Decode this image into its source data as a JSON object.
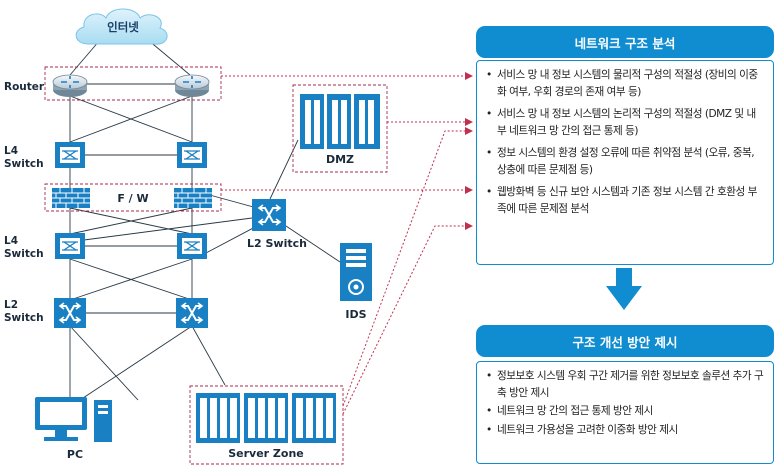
{
  "diagram": {
    "cloud_label": "인터넷",
    "layers": {
      "router": "Router",
      "l4_top": "L4\nSwitch",
      "l4_bottom": "L4\nSwitch",
      "l2": "L2\nSwitch"
    },
    "firewall_label": "F / W",
    "l2_switch_label": "L2 Switch",
    "dmz_label": "DMZ",
    "ids_label": "IDS",
    "pc_label": "PC",
    "server_zone_label": "Server Zone"
  },
  "analysis": {
    "title": "네트워크 구조 분석",
    "items": [
      "서비스 망 내 정보 시스템의 물리적 구성의 적절성 (장비의 이중화 여부, 우회 경로의 존재 여부 등)",
      "서비스 망 내 정보 시스템의 논리적 구성의 적절성 (DMZ 및 내부 네트워크 망 간의 접근 통제 등)",
      "정보 시스템의 환경 설정 오류에 따른 취약점 분석 (오류, 중복, 상충에 따른 문제점 등)",
      "웹방화벽 등 신규 보안 시스템과 기존 정보 시스템 간 호환성 부족에 따른 문제점 분석"
    ]
  },
  "improvement": {
    "title": "구조 개선 방안 제시",
    "items": [
      "정보보호 시스템 우회 구간 제거를 위한 정보보호 솔루션 추가 구축 방안 제시",
      "네트워크 망 간의 접근 통제 방안 제시",
      "네트워크 가용성을 고려한 이중화 방안 제시"
    ]
  },
  "colors": {
    "accent": "#0f8dd0",
    "dashed": "#a5284d",
    "icon": "#1a80c4"
  }
}
